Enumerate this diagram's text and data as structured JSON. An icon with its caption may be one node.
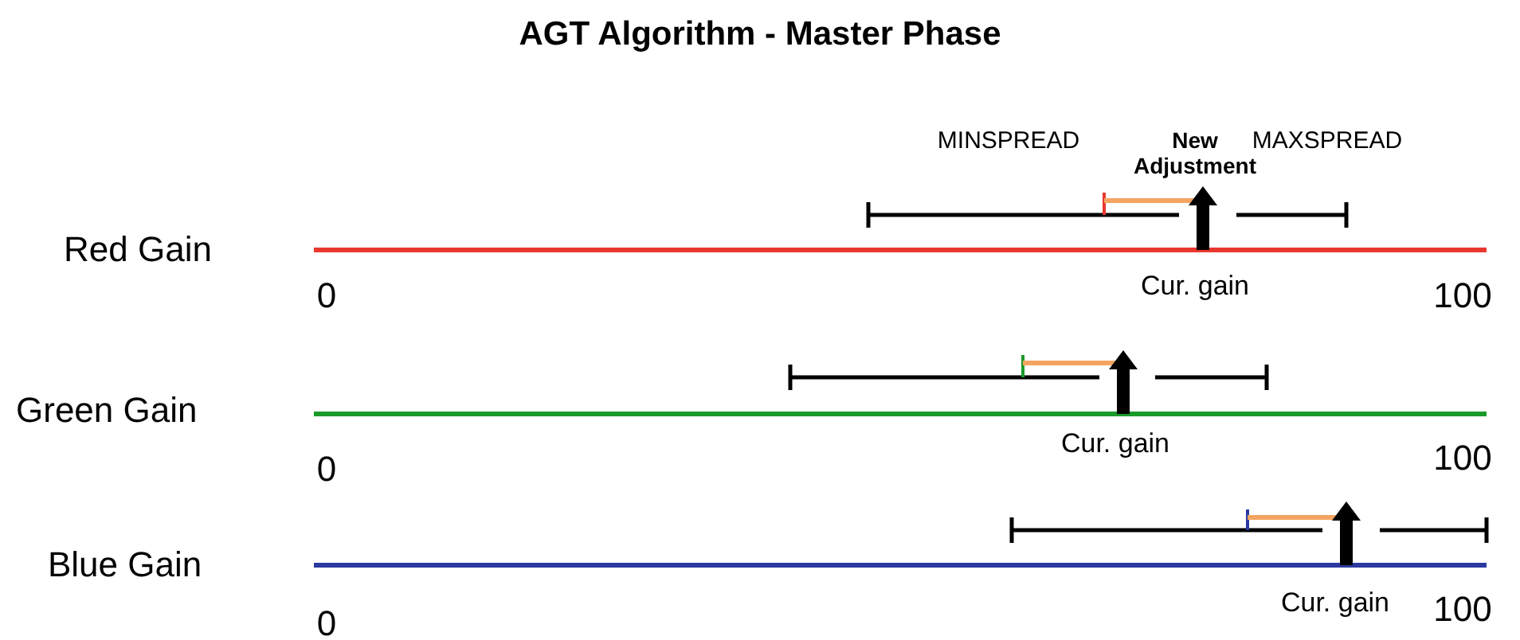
{
  "diagram": {
    "title": "AGT Algorithm - Master Phase",
    "labels": [
      "MINSPREAD",
      "New Adjustment",
      "MAXSPREAD",
      "Red Gain",
      "Cur. gain",
      "0",
      "100",
      "Green Gain",
      "Cur. gain",
      "0",
      "100",
      "Blue Gain",
      "Cur. gain",
      "100",
      "0"
    ]
  }
}
